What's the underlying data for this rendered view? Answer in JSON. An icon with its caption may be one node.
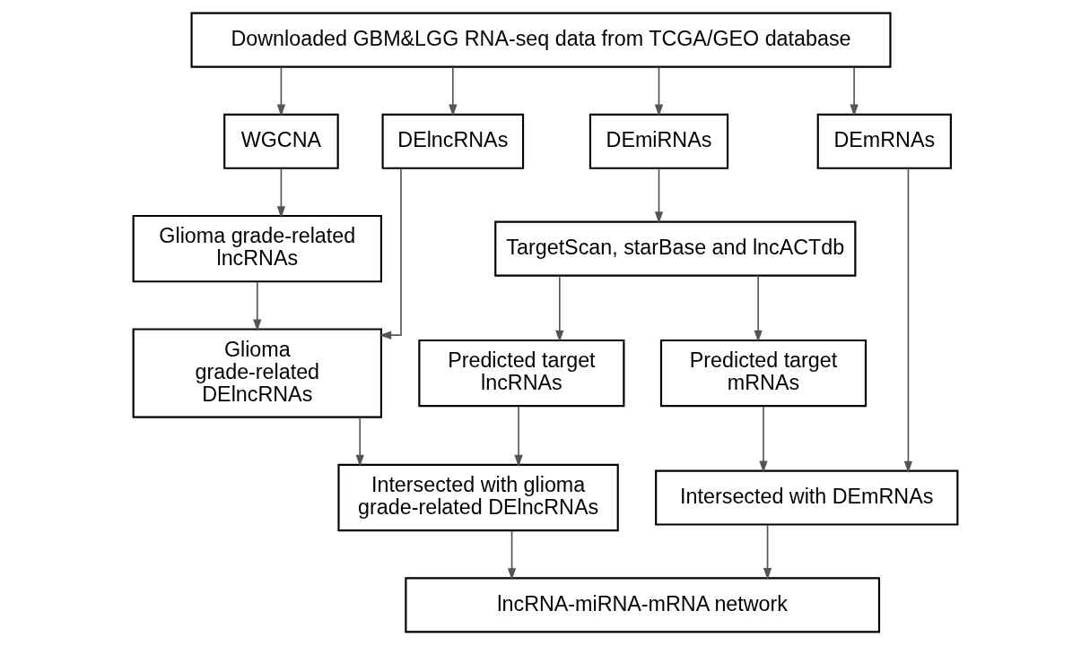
{
  "diagram": {
    "nodes": [
      {
        "text": [
          "Downloaded GBM&LGG RNA-seq data from TCGA/GEO database"
        ]
      },
      {
        "text": [
          "WGCNA"
        ]
      },
      {
        "text": [
          "DElncRNAs"
        ]
      },
      {
        "text": [
          "DEmiRNAs"
        ]
      },
      {
        "text": [
          "DEmRNAs"
        ]
      },
      {
        "text": [
          "Glioma grade-related lncRNAs"
        ]
      },
      {
        "text": [
          "TargetScan, starBase and lncACTdb"
        ]
      },
      {
        "text": [
          "Glioma grade-related DElncRNAs"
        ]
      },
      {
        "text": [
          "Predicted target lncRNAs"
        ]
      },
      {
        "text": [
          "Predicted target mRNAs"
        ]
      },
      {
        "text": [
          "Intersected with glioma grade-related DElncRNAs"
        ]
      },
      {
        "text": [
          "Intersected with DEmRNAs"
        ]
      },
      {
        "text": [
          "lncRNA-miRNA-mRNA network"
        ]
      }
    ],
    "edges": [
      {
        "from": 0,
        "to": 1,
        "arrow": "to"
      },
      {
        "from": 0,
        "to": 2,
        "arrow": "to"
      },
      {
        "from": 0,
        "to": 3,
        "arrow": "to"
      },
      {
        "from": 0,
        "to": 4,
        "arrow": "to"
      },
      {
        "from": 1,
        "to": 5,
        "arrow": "to"
      },
      {
        "from": 3,
        "to": 6,
        "arrow": "to"
      },
      {
        "from": 5,
        "to": 7,
        "arrow": "to"
      },
      {
        "from": 2,
        "to": 7,
        "arrow": "to"
      },
      {
        "from": 6,
        "to": 8,
        "arrow": "to"
      },
      {
        "from": 6,
        "to": 9,
        "arrow": "to"
      },
      {
        "from": 7,
        "to": 10,
        "arrow": "to"
      },
      {
        "from": 8,
        "to": 10,
        "arrow": "to"
      },
      {
        "from": 9,
        "to": 11,
        "arrow": "to"
      },
      {
        "from": 4,
        "to": 11,
        "arrow": "to"
      },
      {
        "from": 10,
        "to": 12,
        "arrow": "to"
      },
      {
        "from": 11,
        "to": 12,
        "arrow": "to"
      }
    ]
  }
}
